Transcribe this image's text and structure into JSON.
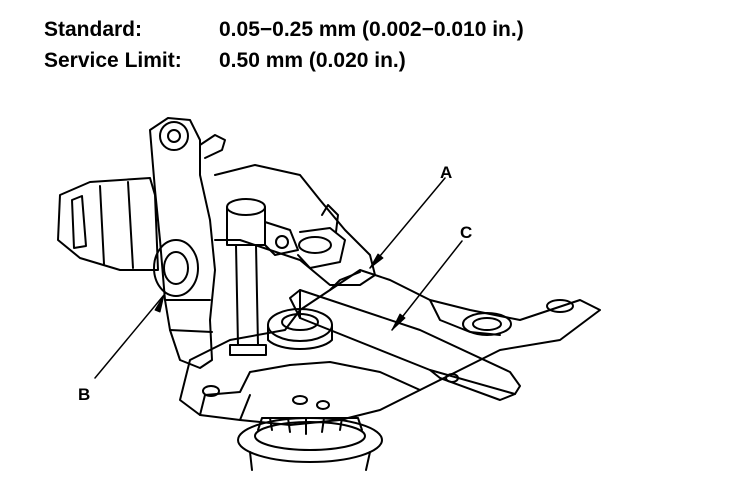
{
  "specs": {
    "standard": {
      "label": "Standard:",
      "value": "0.05−0.25 mm (0.002−0.010 in.)"
    },
    "service_limit": {
      "label": "Service Limit:",
      "value": "0.50 mm (0.020 in.)"
    }
  },
  "callouts": {
    "a": "A",
    "b": "B",
    "c": "C"
  },
  "colors": {
    "ink": "#000000",
    "paper": "#ffffff"
  }
}
